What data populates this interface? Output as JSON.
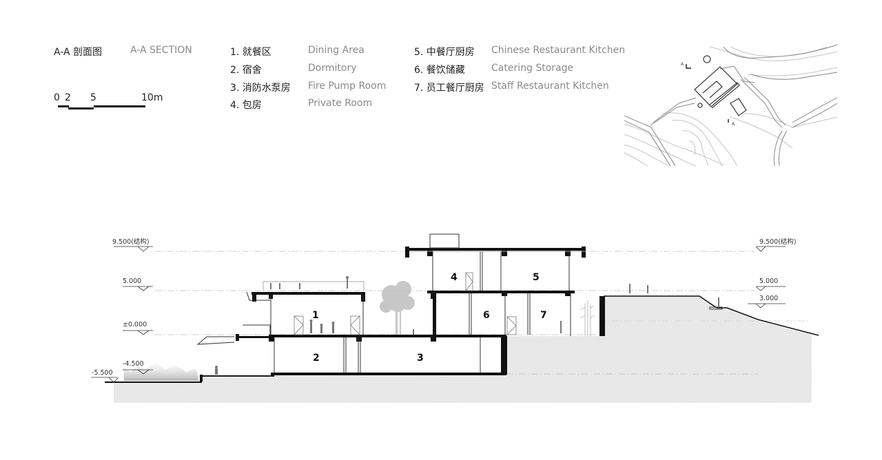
{
  "header": {
    "title_cn": "A-A  剖面图",
    "title_en": "A-A  SECTION"
  },
  "scale_bar": {
    "labels": [
      "0",
      "2",
      "5",
      "10m"
    ]
  },
  "legend": {
    "items": [
      {
        "num_cn": "1. 就餐区",
        "en": "Dining Area"
      },
      {
        "num_cn": "2. 宿舍",
        "en": "Dormitory"
      },
      {
        "num_cn": "3. 消防水泵房",
        "en": "Fire Pump Room"
      },
      {
        "num_cn": "4. 包房",
        "en": "Private Room"
      },
      {
        "num_cn": "5. 中餐厅厨房",
        "en": "Chinese Restaurant Kitchen"
      },
      {
        "num_cn": "6. 餐饮储藏",
        "en": "Catering Storage"
      },
      {
        "num_cn": "7. 员工餐厅厨房",
        "en": "Staff Restaurant Kitchen"
      }
    ]
  },
  "key_plan": {
    "section_marker": "A"
  },
  "elevations": {
    "left": [
      "9.500(结构)",
      "5.000",
      "±0.000",
      "-4.500",
      "-5.500"
    ],
    "right": [
      "9.500(结构)",
      "5.000",
      "3.000"
    ]
  },
  "rooms": [
    "1",
    "2",
    "3",
    "4",
    "5",
    "6",
    "7"
  ],
  "colors": {
    "line": "#111111",
    "ground": "#e4e4e4",
    "tree": "#bdbdbd",
    "secondary_text": "#8a8a8a"
  }
}
